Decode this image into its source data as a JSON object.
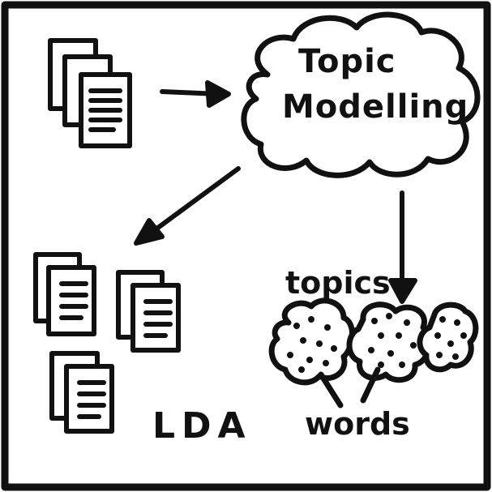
{
  "diagram": {
    "title_line1": "Topic",
    "title_line2": "Modelling",
    "topics_label": "topics",
    "words_label": "words",
    "lda_label": "LDA",
    "ink_color": "#111111",
    "paper_color": "#ffffff"
  }
}
